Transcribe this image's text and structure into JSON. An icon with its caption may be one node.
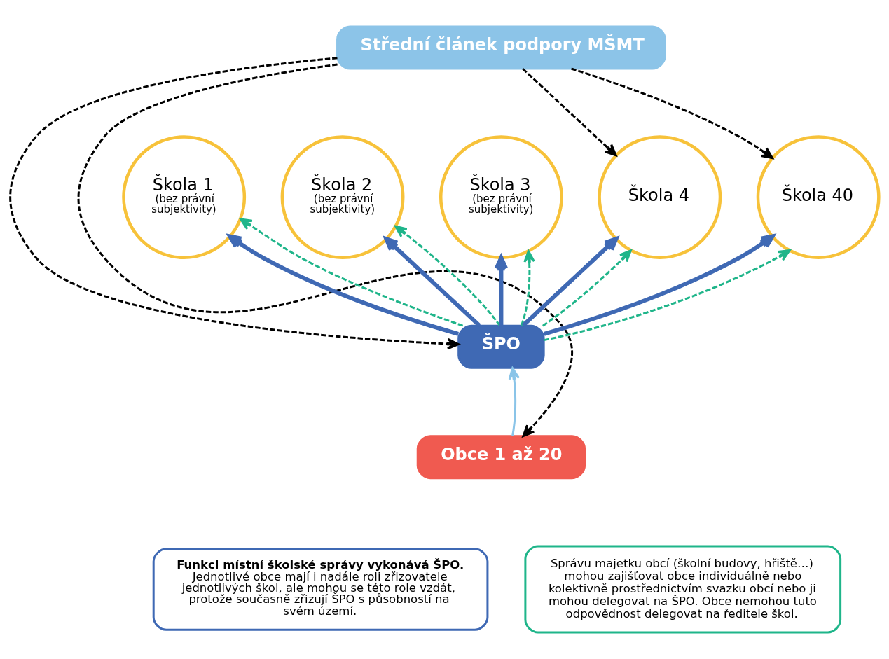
{
  "diagram": {
    "nodes": [
      {
        "text": [
          "Střední článek podpory MŠMT"
        ]
      },
      {
        "text": [
          "Škola 1",
          "(bez právní subjektivity)"
        ]
      },
      {
        "text": [
          "Škola 2",
          "(bez právní subjektivity)"
        ]
      },
      {
        "text": [
          "Škola 3",
          "(bez právní subjektivity)"
        ]
      },
      {
        "text": [
          "Škola 4"
        ]
      },
      {
        "text": [
          "Škola 40"
        ]
      },
      {
        "text": [
          "ŠPO"
        ]
      },
      {
        "text": [
          "Obce 1 až 20"
        ]
      },
      {
        "text": [
          "Funkci místní školské správy vykonává ŠPO.",
          "Jednotlivé obce mají i nadále roli zřizovatele jednotlivých škol, ale mohou se této role vzdát, protože současně zřizují ŠPO s působností na svém území."
        ]
      },
      {
        "text": [
          "Správu majetku obcí (školní budovy, hřiště…) mohou zajišťovat obce individuálně nebo kolektivně prostřednictvím svazku obcí nebo ji mohou delegovat na ŠPO. Obce nemohou tuto odpovědnost delegovat na ředitele škol."
        ]
      }
    ],
    "edges": [
      {
        "from": 0,
        "to": 4,
        "arrow": "to",
        "style": "dashed",
        "color": "#000000"
      },
      {
        "from": 0,
        "to": 5,
        "arrow": "to",
        "style": "dashed",
        "color": "#000000"
      },
      {
        "from": 0,
        "to": 6,
        "arrow": "to",
        "style": "dashed",
        "color": "#000000"
      },
      {
        "from": 0,
        "to": 7,
        "arrow": "to",
        "style": "dashed",
        "color": "#000000"
      },
      {
        "from": 6,
        "to": 1,
        "arrow": "to",
        "style": "thick"
      },
      {
        "from": 6,
        "to": 1,
        "arrow": "to",
        "style": "dashed",
        "color": "#1fb58a"
      },
      {
        "from": 6,
        "to": 2,
        "arrow": "to",
        "style": "thick"
      },
      {
        "from": 6,
        "to": 2,
        "arrow": "to",
        "style": "dashed",
        "color": "#1fb58a"
      },
      {
        "from": 6,
        "to": 3,
        "arrow": "to",
        "style": "thick"
      },
      {
        "from": 6,
        "to": 3,
        "arrow": "to",
        "style": "dashed",
        "color": "#1fb58a"
      },
      {
        "from": 6,
        "to": 4,
        "arrow": "to",
        "style": "thick"
      },
      {
        "from": 6,
        "to": 4,
        "arrow": "to",
        "style": "dashed",
        "color": "#1fb58a"
      },
      {
        "from": 6,
        "to": 5,
        "arrow": "to",
        "style": "thick"
      },
      {
        "from": 6,
        "to": 5,
        "arrow": "to",
        "style": "dashed",
        "color": "#1fb58a"
      },
      {
        "from": 7,
        "to": 6,
        "arrow": "to",
        "color": "#8ac4e8"
      }
    ]
  }
}
